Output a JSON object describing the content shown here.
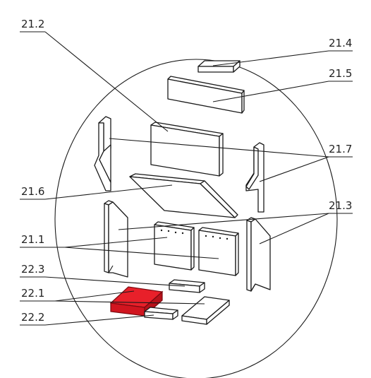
{
  "labels": {
    "l21_2": "21.2",
    "l21_4": "21.4",
    "l21_5": "21.5",
    "l21_7": "21.7",
    "l21_6": "21.6",
    "l21_3": "21.3",
    "l21_1": "21.1",
    "l22_3": "22.3",
    "l22_1": "22.1",
    "l22_2": "22.2"
  },
  "colors": {
    "highlight": "#e8202a",
    "line": "#1a1a1a"
  }
}
